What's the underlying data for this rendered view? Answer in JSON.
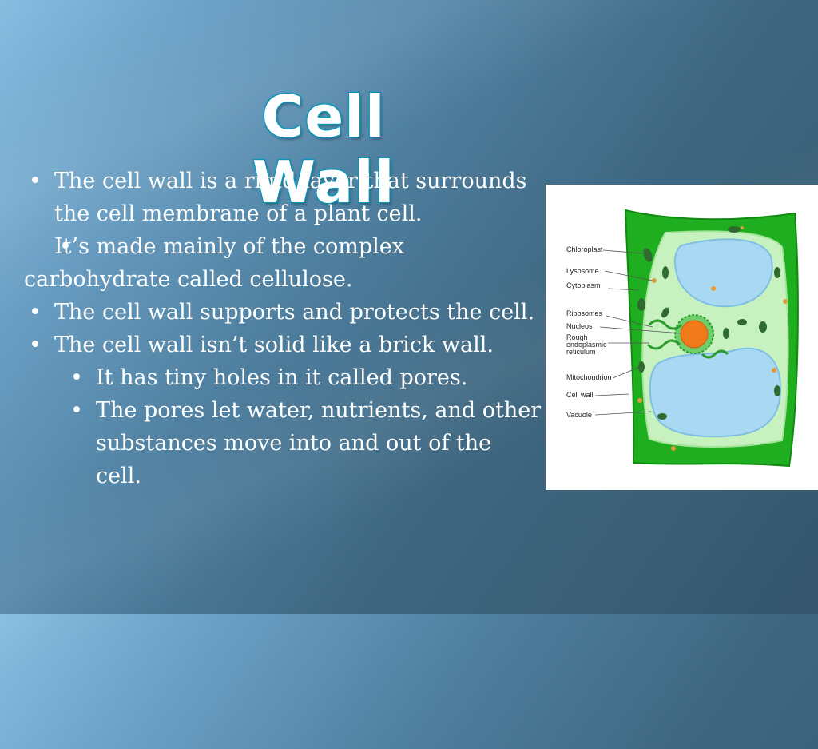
{
  "slide": {
    "title": "Cell Wall",
    "bullets": [
      {
        "level": 1,
        "text": "The cell wall is a rigid layer that surrounds the cell membrane of a plant cell."
      },
      {
        "level": 1,
        "text": "It’s made mainly of the complex carbohydrate called cellulose."
      },
      {
        "level": 1,
        "text": "The cell wall supports and protects the cell."
      },
      {
        "level": 1,
        "text": "The cell wall isn’t solid like a brick wall."
      },
      {
        "level": 2,
        "text": "It has tiny holes in it called pores."
      },
      {
        "level": 2,
        "text": "The pores let water, nutrients, and other substances move into and out of the cell."
      }
    ]
  },
  "diagram": {
    "labels": {
      "chloroplast": "Chloroplast",
      "lysosome": "Lysosome",
      "cytoplasm": "Cytoplasm",
      "ribosomes": "Ribosomes",
      "nucleos": "Nucleos",
      "rough1": "Rough",
      "rough2": "endoplasmic",
      "rough3": "reticulum",
      "mitochondrion": "Mitochondrion",
      "cell_wall": "Cell wall",
      "vacuole": "Vacuole"
    },
    "colors": {
      "wall": "#1fae1f",
      "cytoplasm": "#c7f2c0",
      "vacuole": "#a9d8f2",
      "nucleus": "#f07a1a"
    }
  }
}
